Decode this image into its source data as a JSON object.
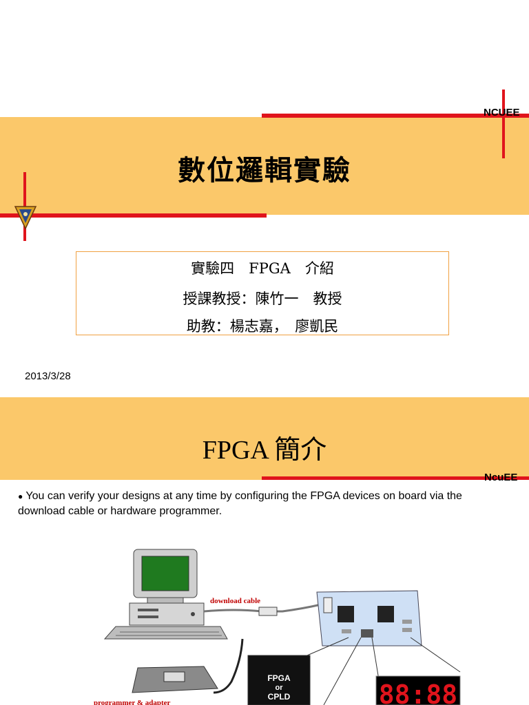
{
  "slide1": {
    "brand": "NCUEE",
    "title": "數位邏輯實驗",
    "info_lines": [
      "實驗四　FPGA　介紹",
      "授課教授：陳竹一　教授",
      "助教：楊志嘉，　廖凱民"
    ],
    "date": "2013/3/28",
    "colors": {
      "band": "#fbc86a",
      "accent": "#e0141c"
    }
  },
  "slide2": {
    "brand": "NcuEE",
    "title": "FPGA  簡介",
    "bullet": "You can verify your designs at any time by configuring the FPGA devices on board via the download cable or hardware programmer.",
    "diagram": {
      "cable_label": "download cable",
      "programmer_label": "programmer & adapter",
      "chip_label_lines": [
        "FPGA",
        "or",
        "CPLD"
      ],
      "display_value": "88:88"
    }
  }
}
